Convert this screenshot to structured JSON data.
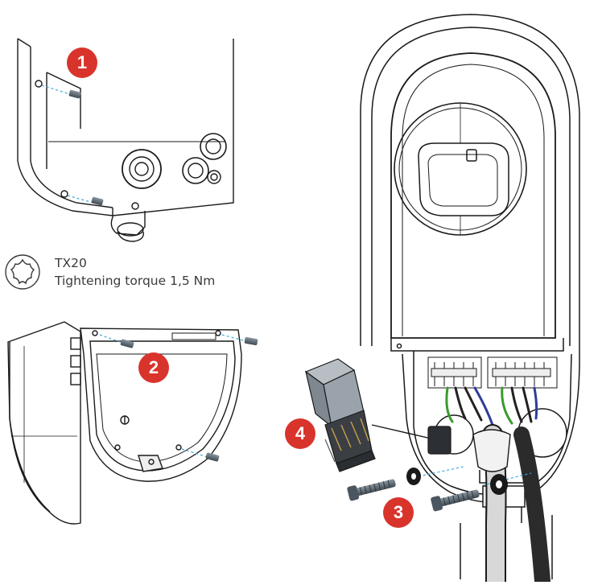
{
  "steps": [
    {
      "number": "1",
      "color": "#d8342c"
    },
    {
      "number": "2",
      "color": "#d8342c"
    },
    {
      "number": "3",
      "color": "#d8342c"
    },
    {
      "number": "4",
      "color": "#d8342c"
    }
  ],
  "tool_note": {
    "bit": "TX20",
    "torque": "Tightening torque 1,5 Nm",
    "icon": "torx-star-icon"
  },
  "colors": {
    "line": "#1a1a1a",
    "screw": "#5e6b75",
    "wire_green": "#3a9a2c",
    "wire_blue": "#2e3d9a",
    "guide_dash": "#3aa7d8"
  }
}
